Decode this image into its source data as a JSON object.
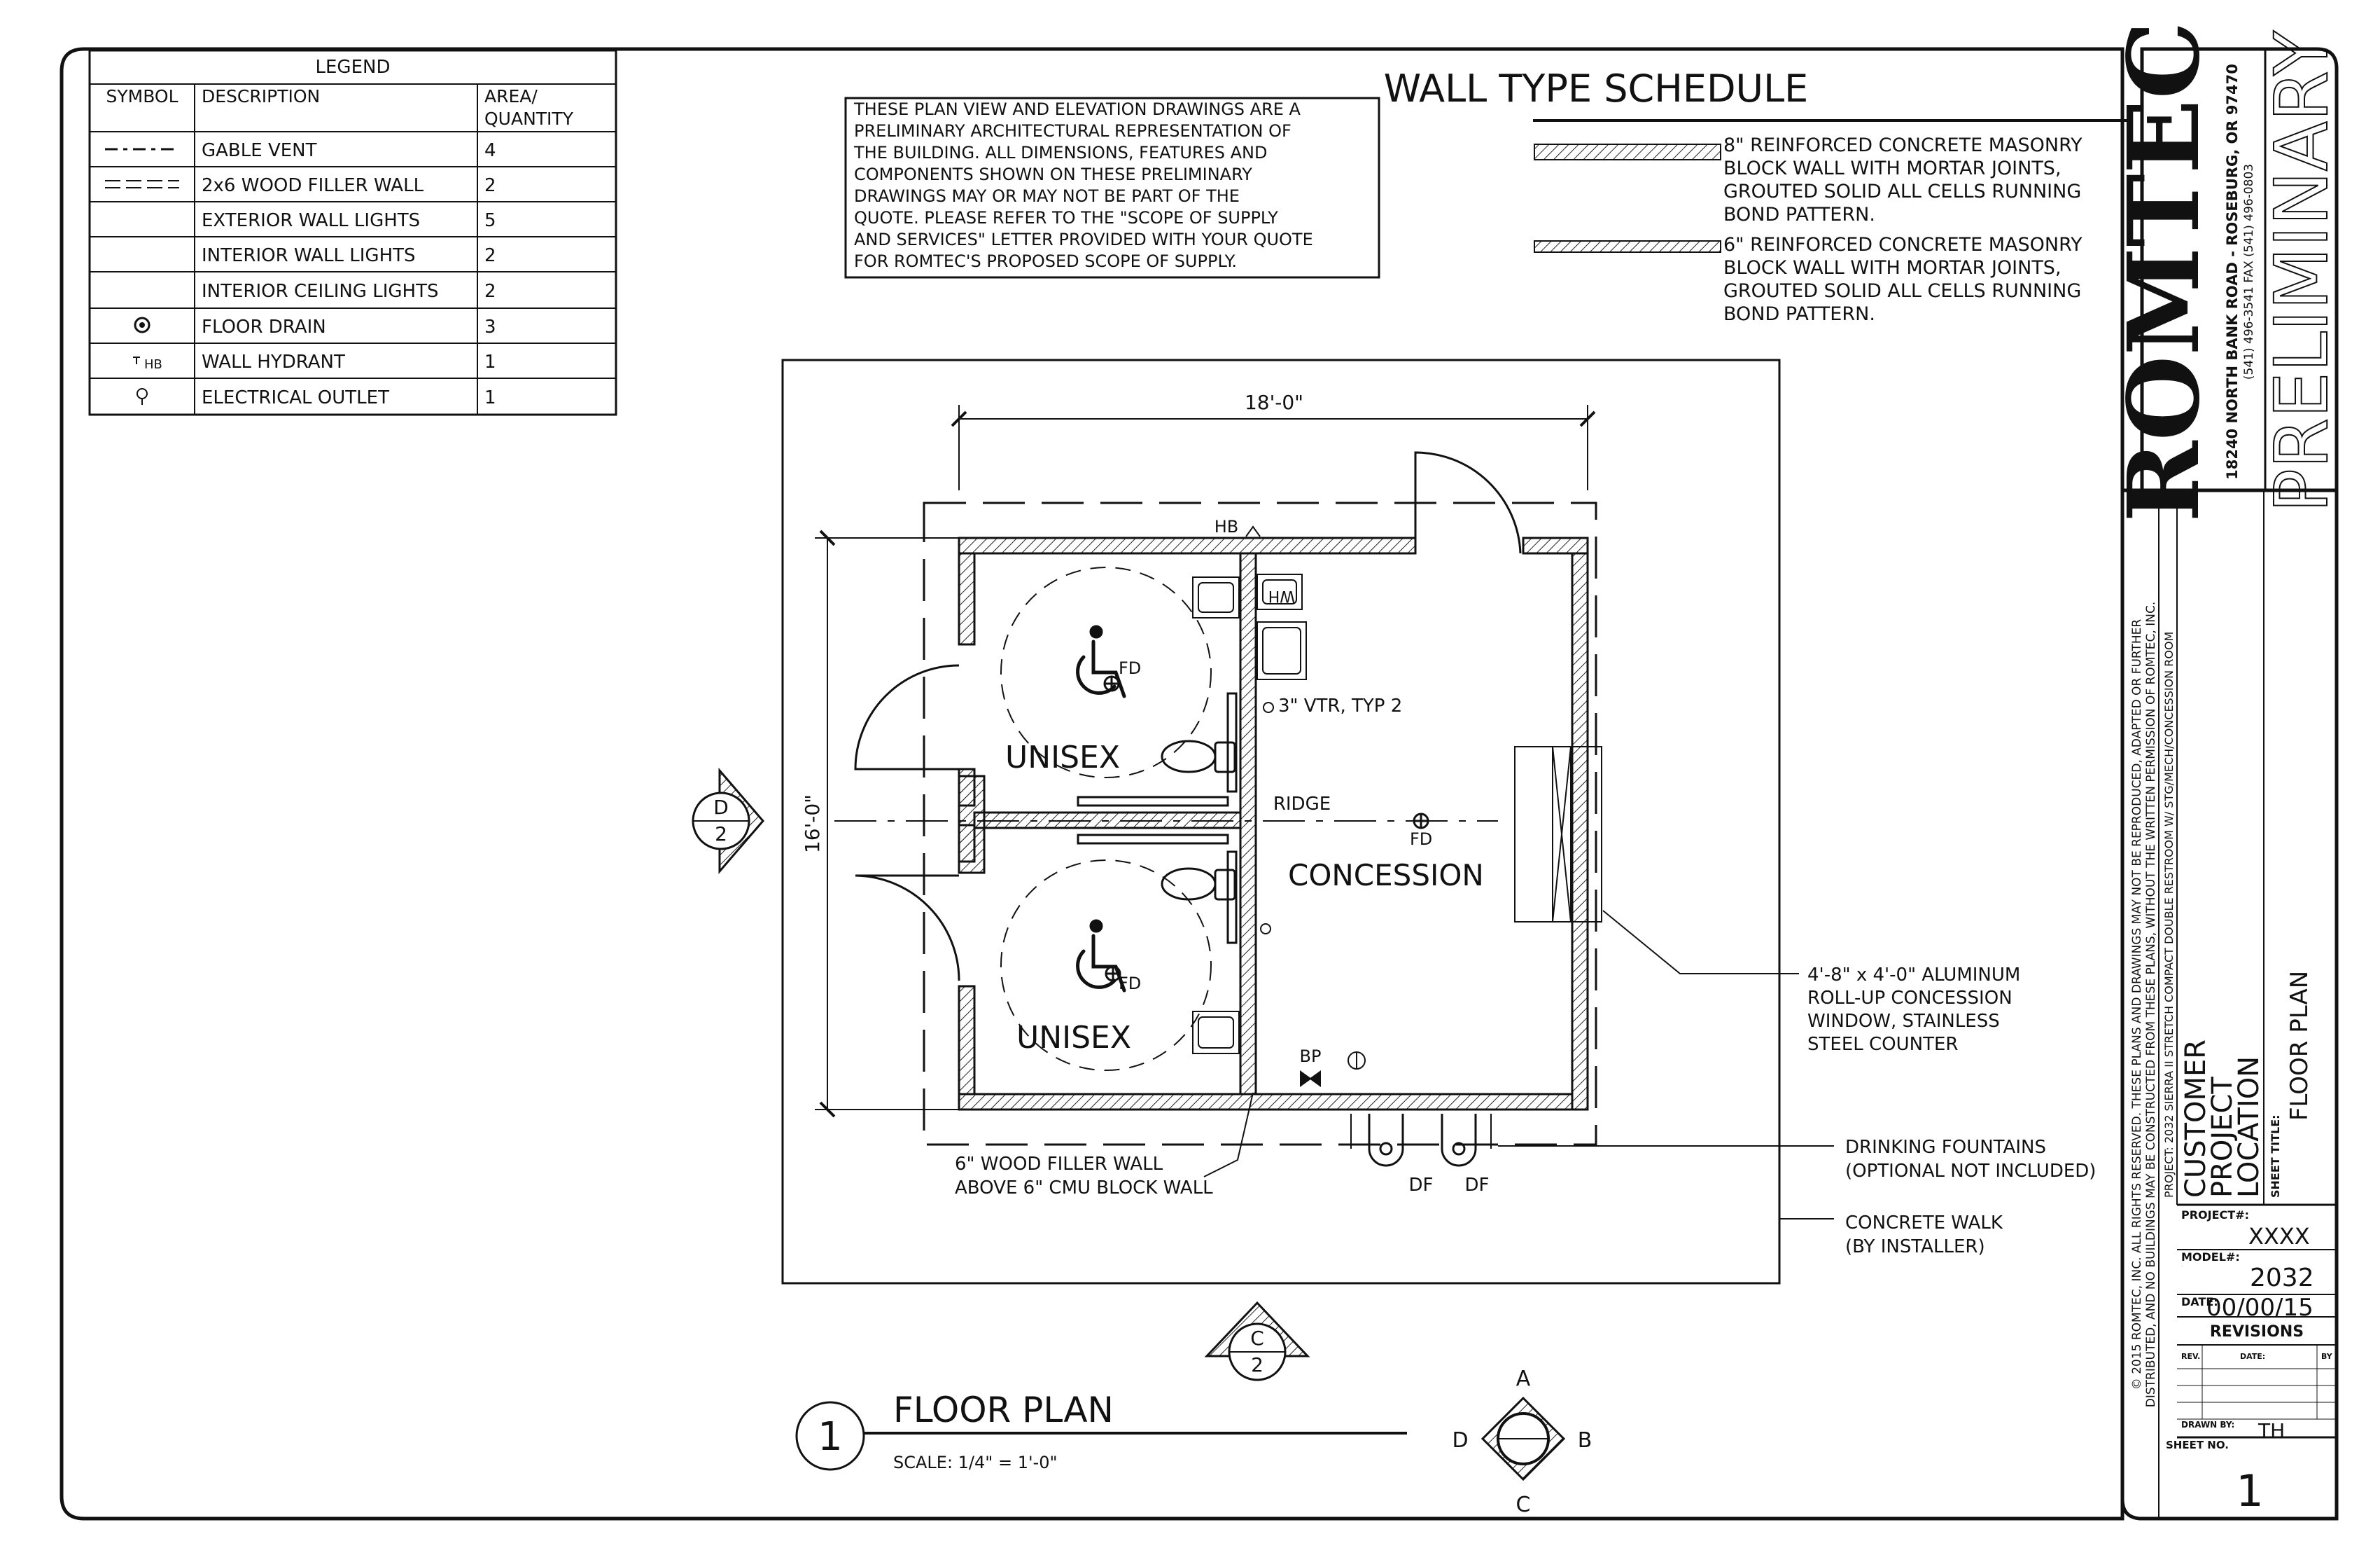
{
  "legend": {
    "title": "LEGEND",
    "headers": [
      "SYMBOL",
      "DESCRIPTION",
      "AREA/",
      "QUANTITY"
    ],
    "rows": [
      {
        "description": "GABLE VENT",
        "quantity": "4"
      },
      {
        "description": "2x6 WOOD FILLER WALL",
        "quantity": "2"
      },
      {
        "description": "EXTERIOR WALL LIGHTS",
        "quantity": "5"
      },
      {
        "description": "INTERIOR WALL LIGHTS",
        "quantity": "2"
      },
      {
        "description": "INTERIOR CEILING LIGHTS",
        "quantity": "2"
      },
      {
        "description": "FLOOR DRAIN",
        "quantity": "3"
      },
      {
        "description": "WALL HYDRANT",
        "quantity": "1"
      },
      {
        "description": "ELECTRICAL OUTLET",
        "quantity": "1"
      }
    ],
    "hydrant_symbol": "HB"
  },
  "disclaimer": [
    "THESE PLAN VIEW AND ELEVATION DRAWINGS ARE A",
    "PRELIMINARY ARCHITECTURAL REPRESENTATION OF",
    "THE BUILDING. ALL DIMENSIONS, FEATURES AND",
    "COMPONENTS SHOWN ON THESE PRELIMINARY",
    "DRAWINGS MAY OR MAY NOT BE PART OF THE",
    "QUOTE. PLEASE REFER TO THE \"SCOPE OF SUPPLY",
    "AND SERVICES\" LETTER PROVIDED WITH YOUR QUOTE",
    "FOR ROMTEC'S PROPOSED SCOPE OF SUPPLY."
  ],
  "wall_schedule": {
    "title": "WALL TYPE SCHEDULE",
    "wall8": [
      "8\" REINFORCED CONCRETE MASONRY",
      "BLOCK WALL WITH MORTAR JOINTS,",
      "GROUTED SOLID ALL CELLS RUNNING",
      "BOND PATTERN."
    ],
    "wall6": [
      "6\" REINFORCED CONCRETE MASONRY",
      "BLOCK WALL WITH MORTAR JOINTS,",
      "GROUTED SOLID ALL CELLS RUNNING",
      "BOND PATTERN."
    ]
  },
  "plan": {
    "dim_width": "18'-0\"",
    "dim_depth": "16'-0\"",
    "hb": "HB",
    "wh": "WH",
    "vtr": "3\" VTR, TYP 2",
    "ridge": "RIDGE",
    "fd": "FD",
    "room1": "UNISEX",
    "room2": "UNISEX",
    "room3": "CONCESSION",
    "bp": "BP",
    "df": "DF",
    "section_d_letter": "D",
    "section_d_num": "2",
    "section_c_letter": "C",
    "section_c_num": "2",
    "window_note": [
      "4'-8\" x 4'-0\" ALUMINUM",
      "ROLL-UP CONCESSION",
      "WINDOW, STAINLESS",
      "STEEL COUNTER"
    ],
    "filler_note": [
      "6\" WOOD FILLER WALL",
      "ABOVE 6\" CMU BLOCK WALL"
    ],
    "fountain_note": [
      "DRINKING FOUNTAINS",
      "(OPTIONAL NOT INCLUDED)"
    ],
    "walk_note": [
      "CONCRETE WALK",
      "(BY INSTALLER)"
    ]
  },
  "title_block": {
    "drawing_number": "1",
    "drawing_title": "FLOOR PLAN",
    "scale": "SCALE: 1/4\" = 1'-0\"",
    "compass": {
      "a": "A",
      "b": "B",
      "c": "C",
      "d": "D"
    }
  },
  "sidebar": {
    "company": "ROMTEC",
    "address": "18240 NORTH BANK ROAD - ROSEBURG, OR 97470",
    "phone": "(541) 496-3541     FAX (541) 496-0803",
    "stamp": "PRELIMINARY",
    "copyright1": "© 2015 ROMTEC, INC.  ALL RIGHTS RESERVED.  THESE PLANS AND DRAWINGS MAY NOT BE REPRODUCED, ADAPTED OR FURTHER",
    "copyright2": "DISTRIBUTED, AND NO BUILDINGS MAY BE CONSTRUCTED FROM THESE PLANS, WITHOUT THE WRITTEN PERMISSION OF ROMTEC, INC.",
    "project_line": "PROJECT: 2032 SIERRA II STRETCH COMPACT DOUBLE RESTROOM W/ STG/MECH/CONCESSION ROOM",
    "customer": "CUSTOMER",
    "project": "PROJECT",
    "location": "LOCATION",
    "sheet_title_label": "SHEET TITLE:",
    "sheet_title": "FLOOR PLAN",
    "project_no_label": "PROJECT#:",
    "project_no": "XXXX",
    "model_label": "MODEL#:",
    "model": "2032",
    "date_label": "DATE:",
    "date": "00/00/15",
    "revisions": "REVISIONS",
    "rev": "REV.",
    "rev_date": "DATE:",
    "rev_by": "BY",
    "drawn_by_label": "DRAWN BY:",
    "drawn_by": "TH",
    "sheet_no_label": "SHEET NO.",
    "sheet_no": "1"
  }
}
